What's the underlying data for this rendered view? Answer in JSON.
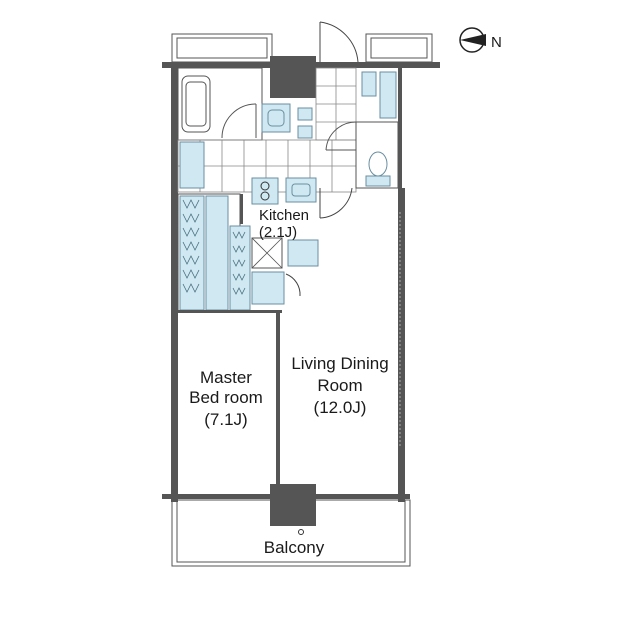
{
  "rooms": {
    "kitchen": {
      "name": "Kitchen",
      "size": "(2.1J)"
    },
    "master_bedroom": {
      "name_line1": "Master",
      "name_line2": "Bed room",
      "size": "(7.1J)"
    },
    "living_dining": {
      "name_line1": "Living Dining",
      "name_line2": "Room",
      "size": "(12.0J)"
    },
    "balcony": {
      "name": "Balcony"
    }
  },
  "compass": {
    "label": "N"
  },
  "colors": {
    "wall": "#555555",
    "pillar": "#555555",
    "fixture": "#cfe8f2",
    "fixture_stroke": "#6a8fa0",
    "line": "#444444"
  }
}
